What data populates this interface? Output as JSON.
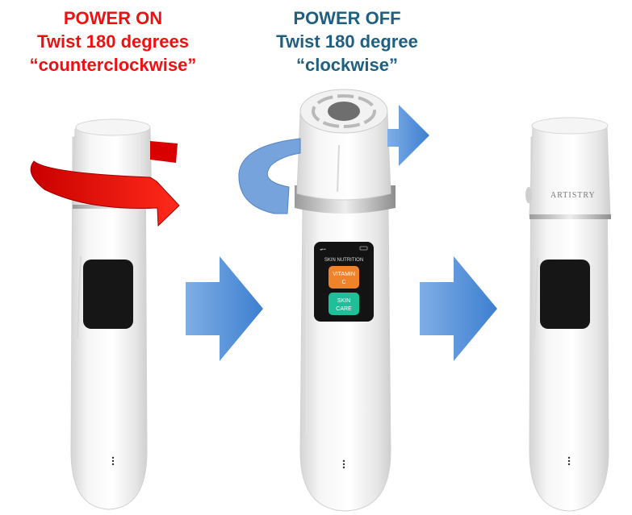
{
  "captions": {
    "power_on": {
      "title": "POWER ON",
      "line1": "Twist 180 degrees",
      "line2": "“counterclockwise”",
      "color": "#ee1111"
    },
    "power_off": {
      "title": "POWER OFF",
      "line1": "Twist 180 degree",
      "line2": "“clockwise”",
      "color": "#1f5f80"
    }
  },
  "device": {
    "brand": "ARTISTRY",
    "screen": {
      "header": "SKIN NUTRITION",
      "button_vitamin_line1": "VITAMIN",
      "button_vitamin_line2": "C",
      "button_skin_line1": "SKIN",
      "button_skin_line2": "CARE",
      "vitamin_color": "#f0822a",
      "skin_color": "#1fbf9a"
    }
  },
  "icons": {
    "rotate_on": "counterclockwise-rotation-arrow-icon",
    "rotate_off": "clockwise-rotation-arrow-icon",
    "step": "right-arrow-icon"
  }
}
